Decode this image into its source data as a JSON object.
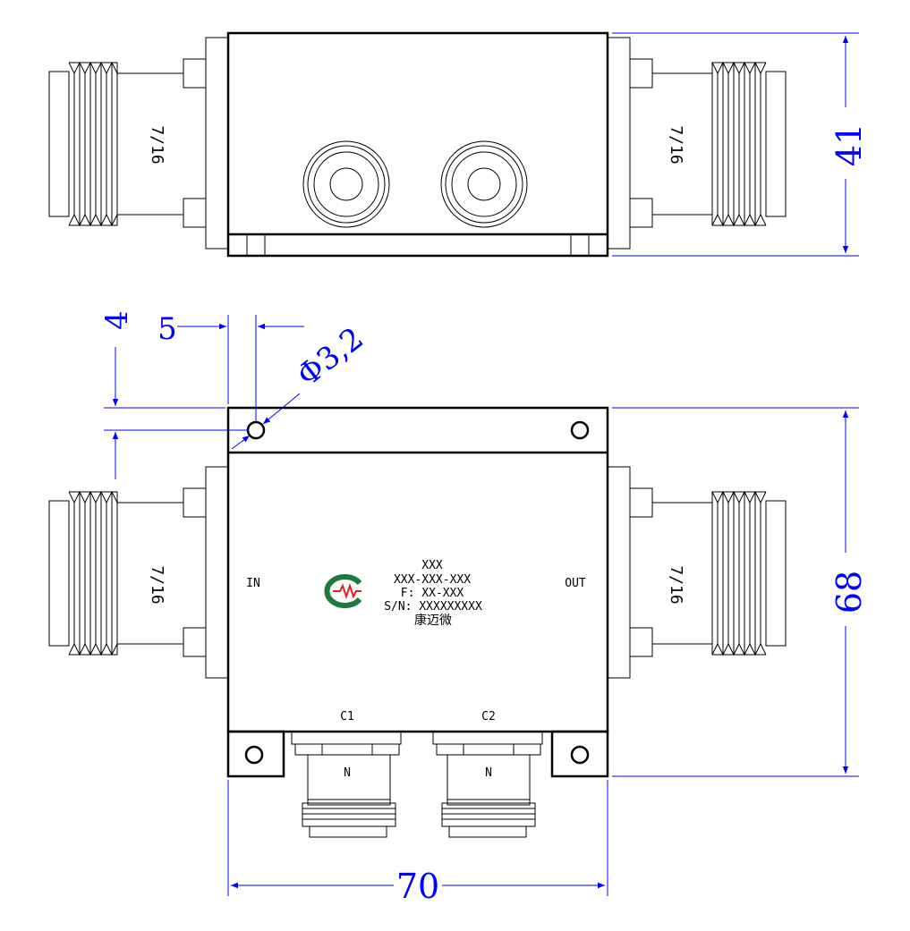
{
  "top_view": {
    "connector_left_label": "7/16",
    "connector_right_label": "7/16",
    "height_dim": "41"
  },
  "front_view": {
    "in_label": "IN",
    "out_label": "OUT",
    "port_c1_label": "C1",
    "port_c2_label": "C2",
    "n_label_left": "N",
    "n_label_right": "N",
    "connector_left_label": "7/16",
    "connector_right_label": "7/16",
    "nameplate": {
      "line1": "XXX",
      "line2": "XXX-XXX-XXX",
      "line3": "F: XX-XXX",
      "line4": "S/N: XXXXXXXXX",
      "line5": "康迈微"
    }
  },
  "dimensions": {
    "hole_offset_x": "5",
    "hole_offset_y": "4",
    "hole_diameter": "Φ3,2",
    "height": "68",
    "width": "70"
  },
  "colors": {
    "dimension": "#0000ff",
    "outline": "#000000",
    "logo_green": "#1e7a3a",
    "logo_red": "#e02020"
  }
}
